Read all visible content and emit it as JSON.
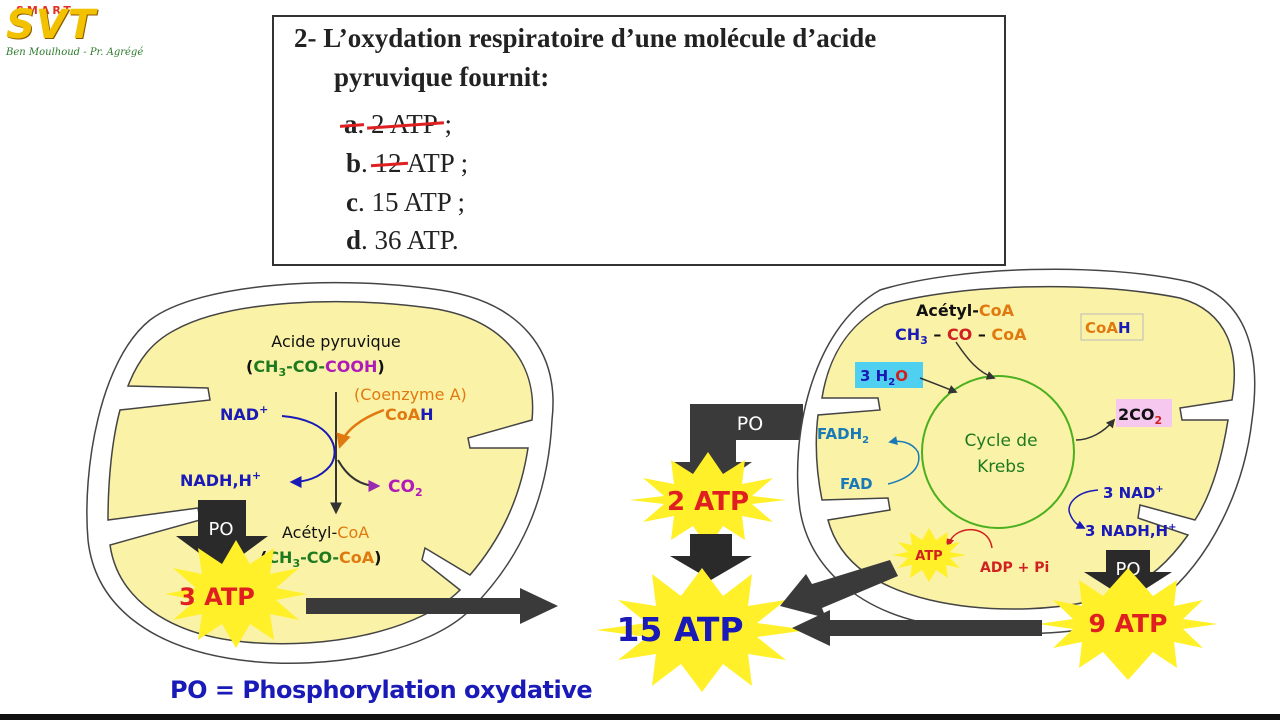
{
  "logo": {
    "brand": "SVT",
    "brand_top": "SMART",
    "signature": "Ben Moulhoud - Pr. Agrégé"
  },
  "question": {
    "title_line1": "2- L’oxydation respiratoire d’une molécule d’acide",
    "title_line2": "pyruvique fournit:",
    "options": [
      {
        "letter": "a",
        "text": "2 ATP",
        "suffix": " ;",
        "crossed": true
      },
      {
        "letter": "b",
        "text": "12 ATP",
        "suffix": " ;",
        "crossed": true
      },
      {
        "letter": "c",
        "text": "15 ATP",
        "suffix": " ;",
        "crossed": false
      },
      {
        "letter": "d",
        "text": "36 ATP",
        "suffix": ".",
        "crossed": false
      }
    ]
  },
  "left_mito": {
    "acide_label": "Acide pyruvique",
    "formula_open": "(",
    "formula_part1": "CH",
    "formula_sub1": "3",
    "formula_part2": "-CO-",
    "formula_part3": "COOH",
    "formula_close": ")",
    "coenzyme": "(Coenzyme A)",
    "coah_coa": "CoA",
    "coah_h": "H",
    "nad": "NAD",
    "nad_sup": "+",
    "nadh": "NADH,H",
    "nadh_sup": "+",
    "co2": "CO",
    "co2_sub": "2",
    "acetyl_prefix": "Acétyl-",
    "acetyl_coa": "CoA",
    "acetyl_formula_open": "(",
    "acetyl_formula_ch": "CH",
    "acetyl_formula_sub": "3",
    "acetyl_formula_mid": "-CO-",
    "acetyl_formula_coa": "CoA",
    "acetyl_formula_close": ")",
    "po": "PO",
    "atp": "3 ATP"
  },
  "center": {
    "po": "PO",
    "atp2": "2 ATP",
    "total": "15 ATP"
  },
  "right_mito": {
    "acetyl_prefix": "Acétyl-",
    "acetyl_coa": "CoA",
    "formula_ch": "CH",
    "formula_sub": "3",
    "formula_dash1": " – ",
    "formula_co": "CO",
    "formula_dash2": " – ",
    "formula_coa": "CoA",
    "coah_coa": "CoA",
    "coah_h": "H",
    "h2o_num": "3 H",
    "h2o_sub": "2",
    "h2o_o": "O",
    "co2_num": "2CO",
    "co2_sub": "2",
    "fadh2": "FADH",
    "fadh2_sub": "2",
    "fad": "FAD",
    "cycle_line1": "Cycle de",
    "cycle_line2": "Krebs",
    "nad": "3 NAD",
    "nad_sup": "+",
    "nadh": "3 NADH,H",
    "nadh_sup": "+",
    "atp_small": "ATP",
    "adp": "ADP + Pi",
    "po": "PO",
    "atp": "9 ATP"
  },
  "legend": "PO = Phosphorylation oxydative",
  "colors": {
    "mito_fill": "#faf2a6",
    "star": "#fff02a",
    "red_atp": "#e02020",
    "arrow_dark": "#3a3a3a",
    "blue": "#1a1ab8",
    "green": "#1f7a1f",
    "orange": "#e07a10",
    "magenta": "#b01ab8"
  }
}
